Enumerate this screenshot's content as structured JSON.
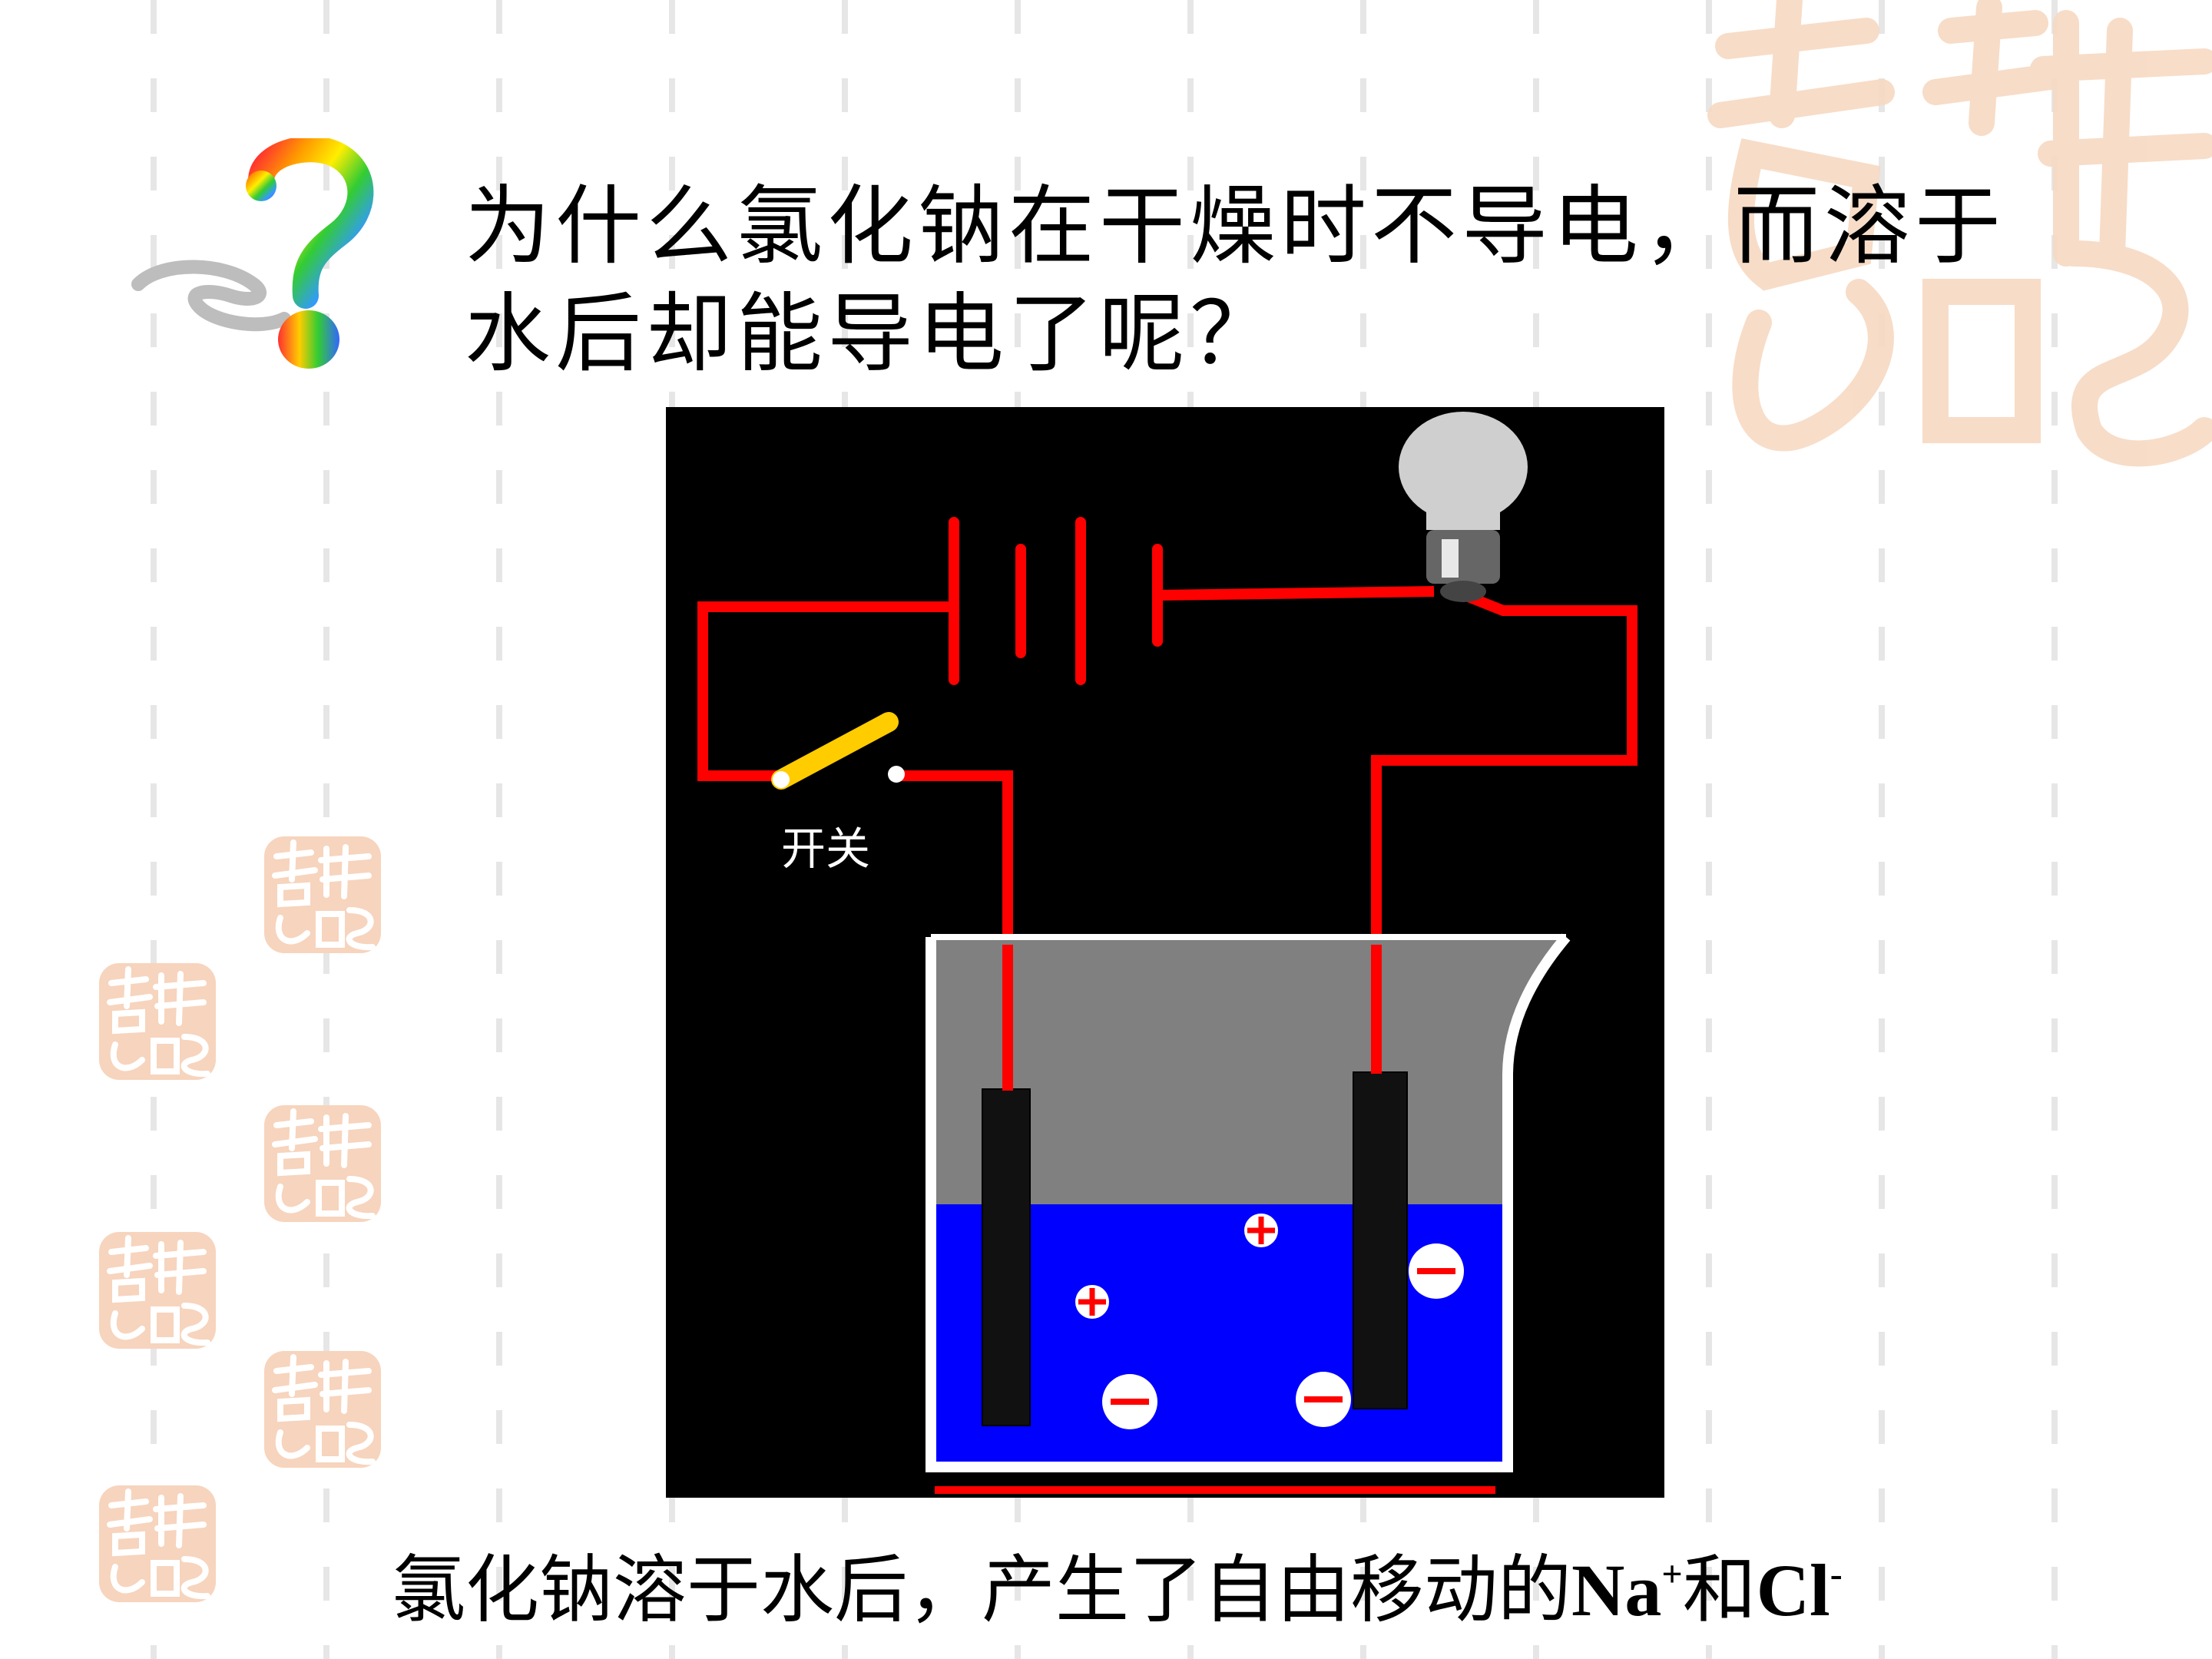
{
  "slide": {
    "question": "为什么氯化钠在干燥时不导电，而溶于水后却能导电了呢？",
    "caption": {
      "prefix": "氯化钠溶于水后，产生了自由移动的",
      "na": "Na",
      "na_sup": "+",
      "and": "和",
      "cl": "Cl",
      "cl_sup": "-"
    }
  },
  "diagram": {
    "switch_label": "开关",
    "wire_color": "#ff0000",
    "solution_color": "#0000ff",
    "background_color": "#000000"
  },
  "decoration": {
    "seal_text": "吉祥如意",
    "seal_color": "#f6c9a8"
  }
}
